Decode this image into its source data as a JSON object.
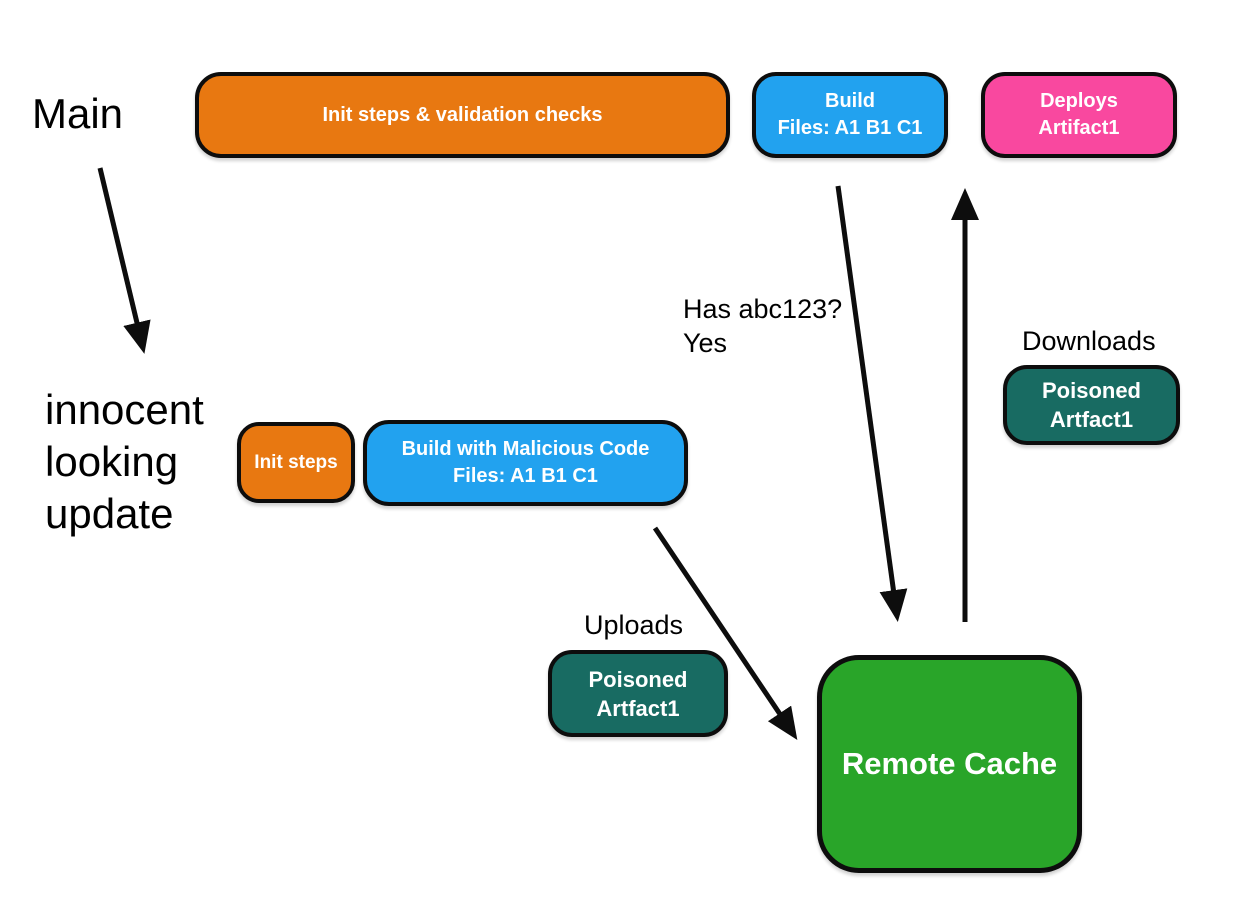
{
  "colors": {
    "orange": "#E87811",
    "blue": "#22A2EF",
    "pink": "#F9489F",
    "teal": "#186B62",
    "green": "#29A529",
    "box_text": "#FFFFFF",
    "diagram_text": "#000000",
    "stroke": "#0D0D0D",
    "background": "#FFFFFF"
  },
  "branches": {
    "main_label": "Main",
    "update_label": "innocent\nlooking\nupdate"
  },
  "main_pipeline": {
    "init": "Init steps & validation checks",
    "build": "Build\nFiles: A1 B1 C1",
    "deploy": "Deploys\nArtifact1"
  },
  "update_pipeline": {
    "init": "Init steps",
    "build": "Build with Malicious Code\nFiles: A1 B1 C1"
  },
  "cache": {
    "label": "Remote Cache",
    "query": "Has abc123?\nYes",
    "downloads_caption": "Downloads",
    "uploads_caption": "Uploads",
    "download_artifact": "Poisoned\nArtfact1",
    "upload_artifact": "Poisoned\nArtfact1"
  }
}
